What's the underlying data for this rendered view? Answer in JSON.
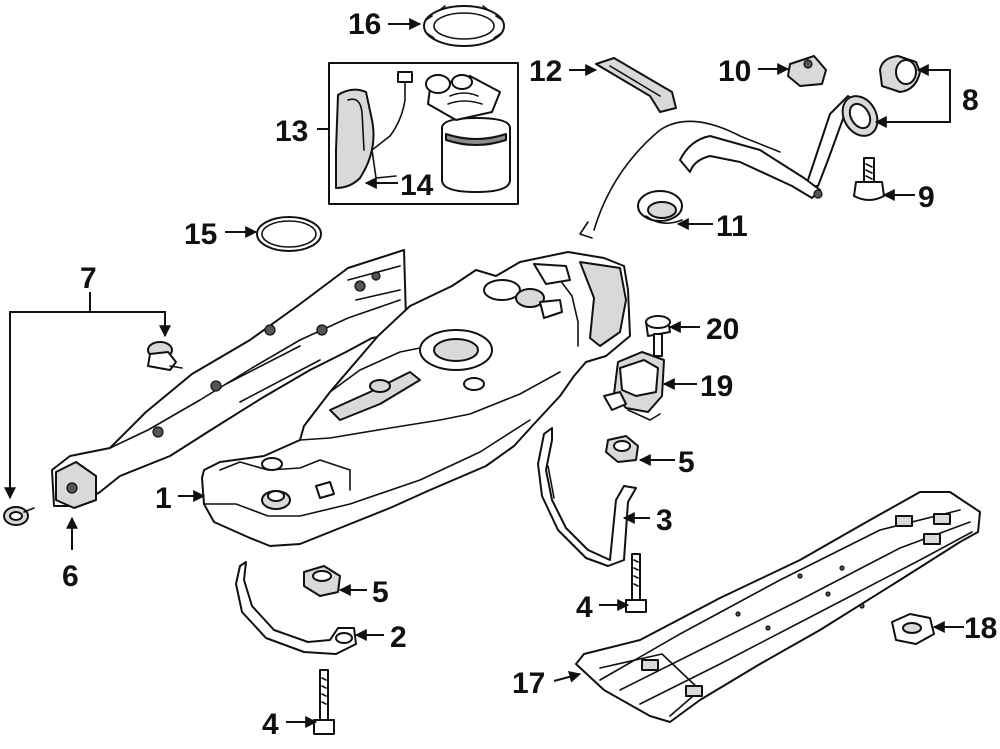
{
  "callouts": {
    "c1": "1",
    "c2": "2",
    "c3": "3",
    "c4a": "4",
    "c4b": "4",
    "c5a": "5",
    "c5b": "5",
    "c6": "6",
    "c7": "7",
    "c8": "8",
    "c9": "9",
    "c10": "10",
    "c11": "11",
    "c12": "12",
    "c13": "13",
    "c14": "14",
    "c15": "15",
    "c16": "16",
    "c17": "17",
    "c18": "18",
    "c19": "19",
    "c20": "20"
  }
}
